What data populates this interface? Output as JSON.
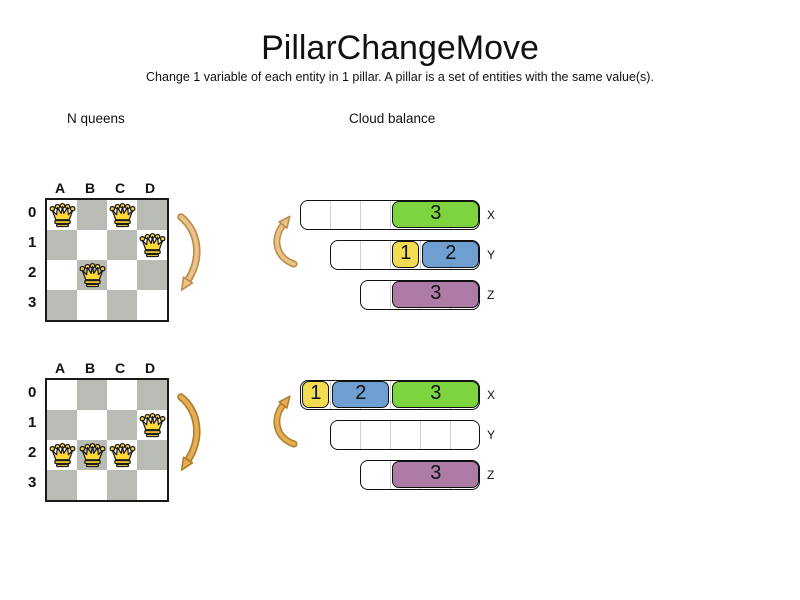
{
  "title": "PillarChangeMove",
  "subtitle": "Change 1 variable of each entity in 1 pillar. A pillar is a set of entities with the same value(s).",
  "nqueens": {
    "label": "N queens"
  },
  "cloud": {
    "label": "Cloud balance"
  },
  "colors": {
    "green": "#7ed43e",
    "yellow": "#f2dc51",
    "blue": "#6f9ed0",
    "purple": "#ad7ba6",
    "board_dark": "#b8bcb4",
    "board_light": "#ffffff",
    "queen_fill": "#ffd83a",
    "queen_stroke": "#1c1c1c"
  },
  "icons": {
    "queen": "queen-icon",
    "move_arrow": "curved-arrow-icon"
  },
  "boards": [
    {
      "name": "before",
      "columns": [
        "A",
        "B",
        "C",
        "D"
      ],
      "rows": [
        "0",
        "1",
        "2",
        "3"
      ],
      "queens": [
        [
          0,
          0
        ],
        [
          2,
          0
        ],
        [
          3,
          1
        ],
        [
          1,
          2
        ]
      ]
    },
    {
      "name": "after",
      "columns": [
        "A",
        "B",
        "C",
        "D"
      ],
      "rows": [
        "0",
        "1",
        "2",
        "3"
      ],
      "queens": [
        [
          3,
          1
        ],
        [
          0,
          2
        ],
        [
          1,
          2
        ],
        [
          2,
          2
        ]
      ]
    }
  ],
  "cloud_groups": [
    {
      "name": "before",
      "pillars": [
        {
          "label": "X",
          "capacity": 6,
          "blocks": [
            {
              "value": "3",
              "size": 3,
              "color": "green"
            }
          ]
        },
        {
          "label": "Y",
          "capacity": 5,
          "blocks": [
            {
              "value": "1",
              "size": 1,
              "color": "yellow"
            },
            {
              "value": "2",
              "size": 2,
              "color": "blue"
            }
          ]
        },
        {
          "label": "Z",
          "capacity": 4,
          "blocks": [
            {
              "value": "3",
              "size": 3,
              "color": "purple"
            }
          ]
        }
      ]
    },
    {
      "name": "after",
      "pillars": [
        {
          "label": "X",
          "capacity": 6,
          "blocks": [
            {
              "value": "1",
              "size": 1,
              "color": "yellow"
            },
            {
              "value": "2",
              "size": 2,
              "color": "blue"
            },
            {
              "value": "3",
              "size": 3,
              "color": "green"
            }
          ]
        },
        {
          "label": "Y",
          "capacity": 5,
          "blocks": []
        },
        {
          "label": "Z",
          "capacity": 4,
          "blocks": [
            {
              "value": "3",
              "size": 3,
              "color": "purple"
            }
          ]
        }
      ]
    }
  ],
  "arrows": {
    "nq_before": {
      "fill": "#e9c28a",
      "stroke": "#bb8c46"
    },
    "nq_after": {
      "fill": "#e5ad55",
      "stroke": "#b07e28"
    },
    "cloud_before": {
      "fill": "#e9c28a",
      "stroke": "#bb8c46"
    },
    "cloud_after": {
      "fill": "#e5ad55",
      "stroke": "#b07e28"
    }
  }
}
